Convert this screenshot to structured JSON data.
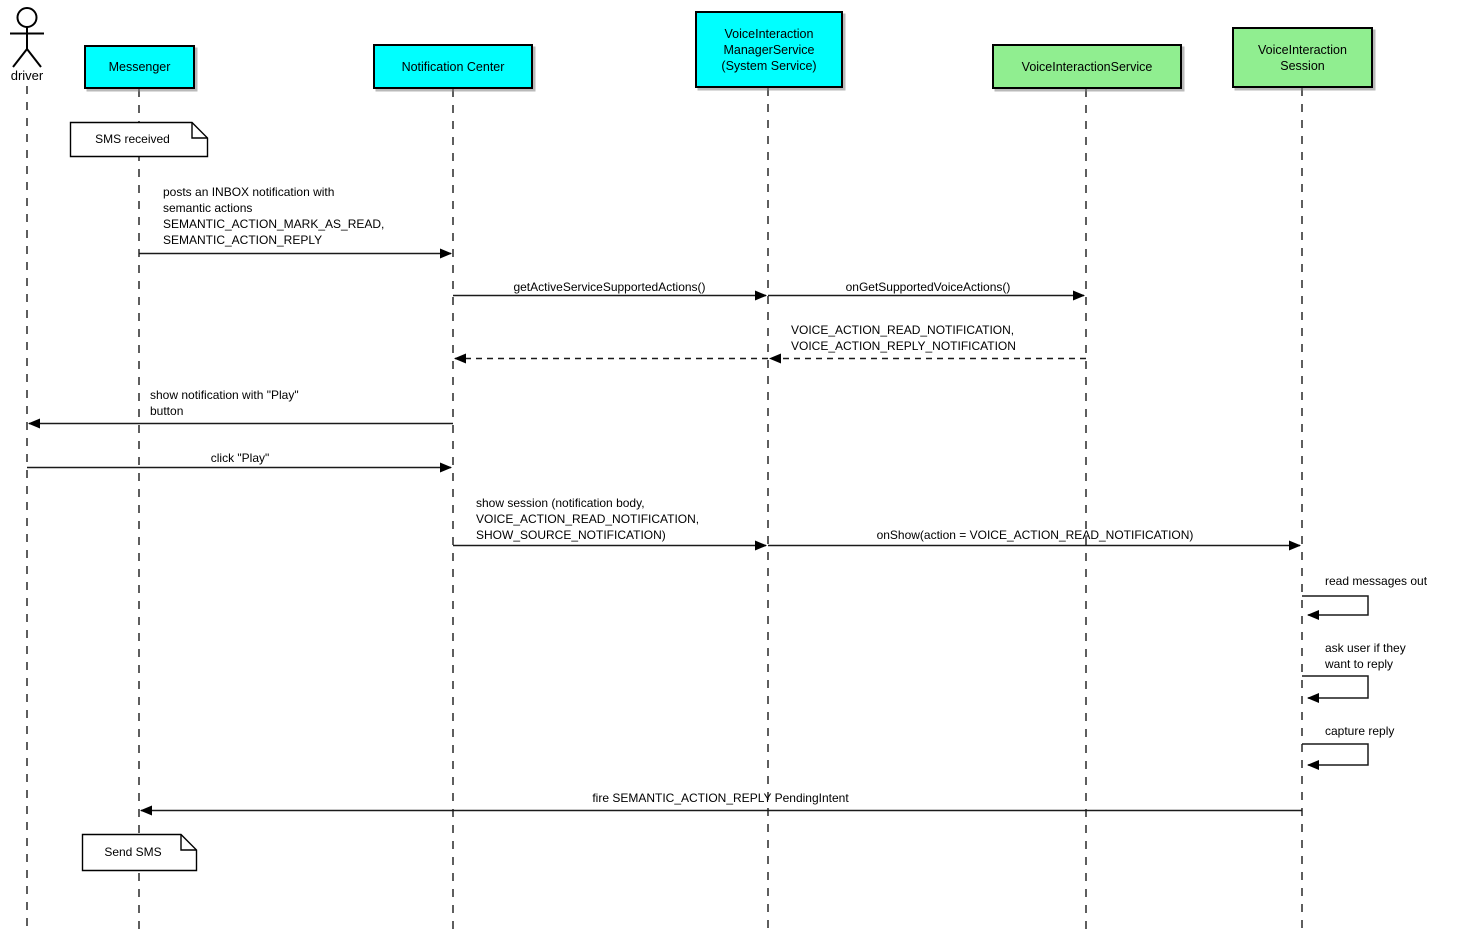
{
  "actor": {
    "label": "driver"
  },
  "participants": [
    {
      "label": "Messenger",
      "color": "#00FFFF"
    },
    {
      "label": "Notification Center",
      "color": "#00FFFF"
    },
    {
      "label": "VoiceInteraction\nManagerService\n(System Service)",
      "color": "#00FFFF"
    },
    {
      "label": "VoiceInteractionService",
      "color": "#90EE90"
    },
    {
      "label": "VoiceInteraction\nSession",
      "color": "#90EE90"
    }
  ],
  "notes": [
    {
      "label": "SMS received",
      "attached_to": "Messenger"
    },
    {
      "label": "Send SMS",
      "attached_to": "Messenger"
    }
  ],
  "messages": [
    {
      "label": "posts an INBOX notification with\nsemantic actions\nSEMANTIC_ACTION_MARK_AS_READ,\nSEMANTIC_ACTION_REPLY",
      "from": "Messenger",
      "to": "Notification Center",
      "style": "solid"
    },
    {
      "label": "getActiveServiceSupportedActions()",
      "from": "Notification Center",
      "to": "VoiceInteractionManagerService",
      "style": "solid"
    },
    {
      "label": "onGetSupportedVoiceActions()",
      "from": "VoiceInteractionManagerService",
      "to": "VoiceInteractionService",
      "style": "solid"
    },
    {
      "label": "VOICE_ACTION_READ_NOTIFICATION,\nVOICE_ACTION_REPLY_NOTIFICATION",
      "from": "VoiceInteractionService",
      "to": "Notification Center",
      "style": "dashed-return"
    },
    {
      "label": "show notification with \"Play\"\nbutton",
      "from": "Notification Center",
      "to": "driver",
      "style": "solid"
    },
    {
      "label": "click \"Play\"",
      "from": "driver",
      "to": "Notification Center",
      "style": "solid"
    },
    {
      "label": "show session (notification body,\nVOICE_ACTION_READ_NOTIFICATION,\nSHOW_SOURCE_NOTIFICATION)",
      "from": "Notification Center",
      "to": "VoiceInteractionManagerService",
      "style": "solid"
    },
    {
      "label": "onShow(action = VOICE_ACTION_READ_NOTIFICATION)",
      "from": "VoiceInteractionManagerService",
      "to": "VoiceInteractionSession",
      "style": "solid"
    },
    {
      "label": "read messages out",
      "from": "VoiceInteractionSession",
      "to": "VoiceInteractionSession",
      "style": "self"
    },
    {
      "label": "ask user if they\nwant to reply",
      "from": "VoiceInteractionSession",
      "to": "VoiceInteractionSession",
      "style": "self"
    },
    {
      "label": "capture reply",
      "from": "VoiceInteractionSession",
      "to": "VoiceInteractionSession",
      "style": "self"
    },
    {
      "label": "fire SEMANTIC_ACTION_REPLY PendingIntent",
      "from": "VoiceInteractionSession",
      "to": "Messenger",
      "style": "solid"
    }
  ],
  "colors": {
    "participant_cyan": "#00FFFF",
    "participant_green": "#90EE90",
    "line": "#000000",
    "note_background": "#FFFFFF",
    "page_background": "#FFFFFF"
  }
}
